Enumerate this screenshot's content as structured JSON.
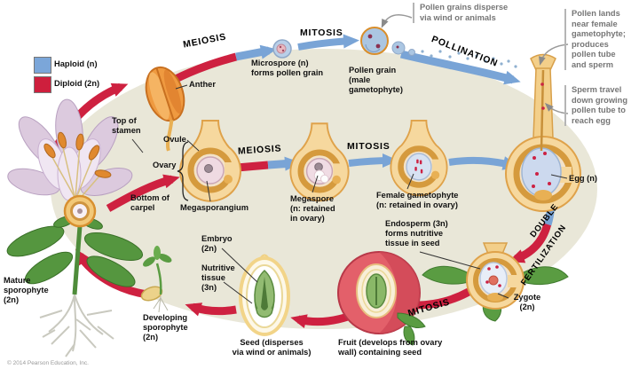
{
  "legend": {
    "haploid_label": "Haploid (n)",
    "diploid_label": "Diploid (2n)"
  },
  "colors": {
    "haploid": "#7ba6d9",
    "diploid": "#ce1f3d",
    "arrow_red": "#ce2140",
    "arrow_blue": "#79a4d6",
    "cycle_background": "#e9e7d8"
  },
  "process_labels": {
    "meiosis_top": "MEIOSIS",
    "mitosis_top": "MITOSIS",
    "pollination": "POLLINATION",
    "meiosis_mid": "MEIOSIS",
    "mitosis_mid": "MITOSIS",
    "double_fertilization_line1": "DOUBLE",
    "double_fertilization_line2": "FERTILIZATION",
    "mitosis_bottom": "MITOSIS"
  },
  "structure_labels": {
    "anther": "Anther",
    "top_of_stamen": "Top of\nstamen",
    "ovule": "Ovule",
    "ovary": "Ovary",
    "bottom_of_carpel": "Bottom of\ncarpel",
    "megasporangium": "Megasporangium",
    "microspore": "Microspore (n)\nforms pollen grain",
    "pollen_grain": "Pollen grain\n(male\ngametophyte)",
    "megaspore": "Megaspore\n(n: retained\nin ovary)",
    "female_gametophyte": "Female gametophyte\n(n: retained in ovary)",
    "egg": "Egg (n)",
    "zygote": "Zygote\n(2n)",
    "endosperm": "Endosperm (3n)\nforms nutritive\ntissue in seed",
    "embryo": "Embryo\n(2n)",
    "nutritive_tissue": "Nutritive\ntissue\n(3n)",
    "seed": "Seed (disperses\nvia wind or animals)",
    "fruit": "Fruit (develops from ovary\nwall) containing seed",
    "developing_sporophyte": "Developing\nsporophyte\n(2n)",
    "mature_sporophyte": "Mature\nsporophyte\n(2n)"
  },
  "callouts": {
    "pollen_disperse": "Pollen grains disperse\nvia wind or animals",
    "pollen_lands": "Pollen lands\nnear female\ngametophyte;\nproduces\npollen tube\nand sperm",
    "sperm_travel": "Sperm travel\ndown growing\npollen tube to\nreach egg"
  },
  "copyright": "© 2014 Pearson Education, Inc."
}
